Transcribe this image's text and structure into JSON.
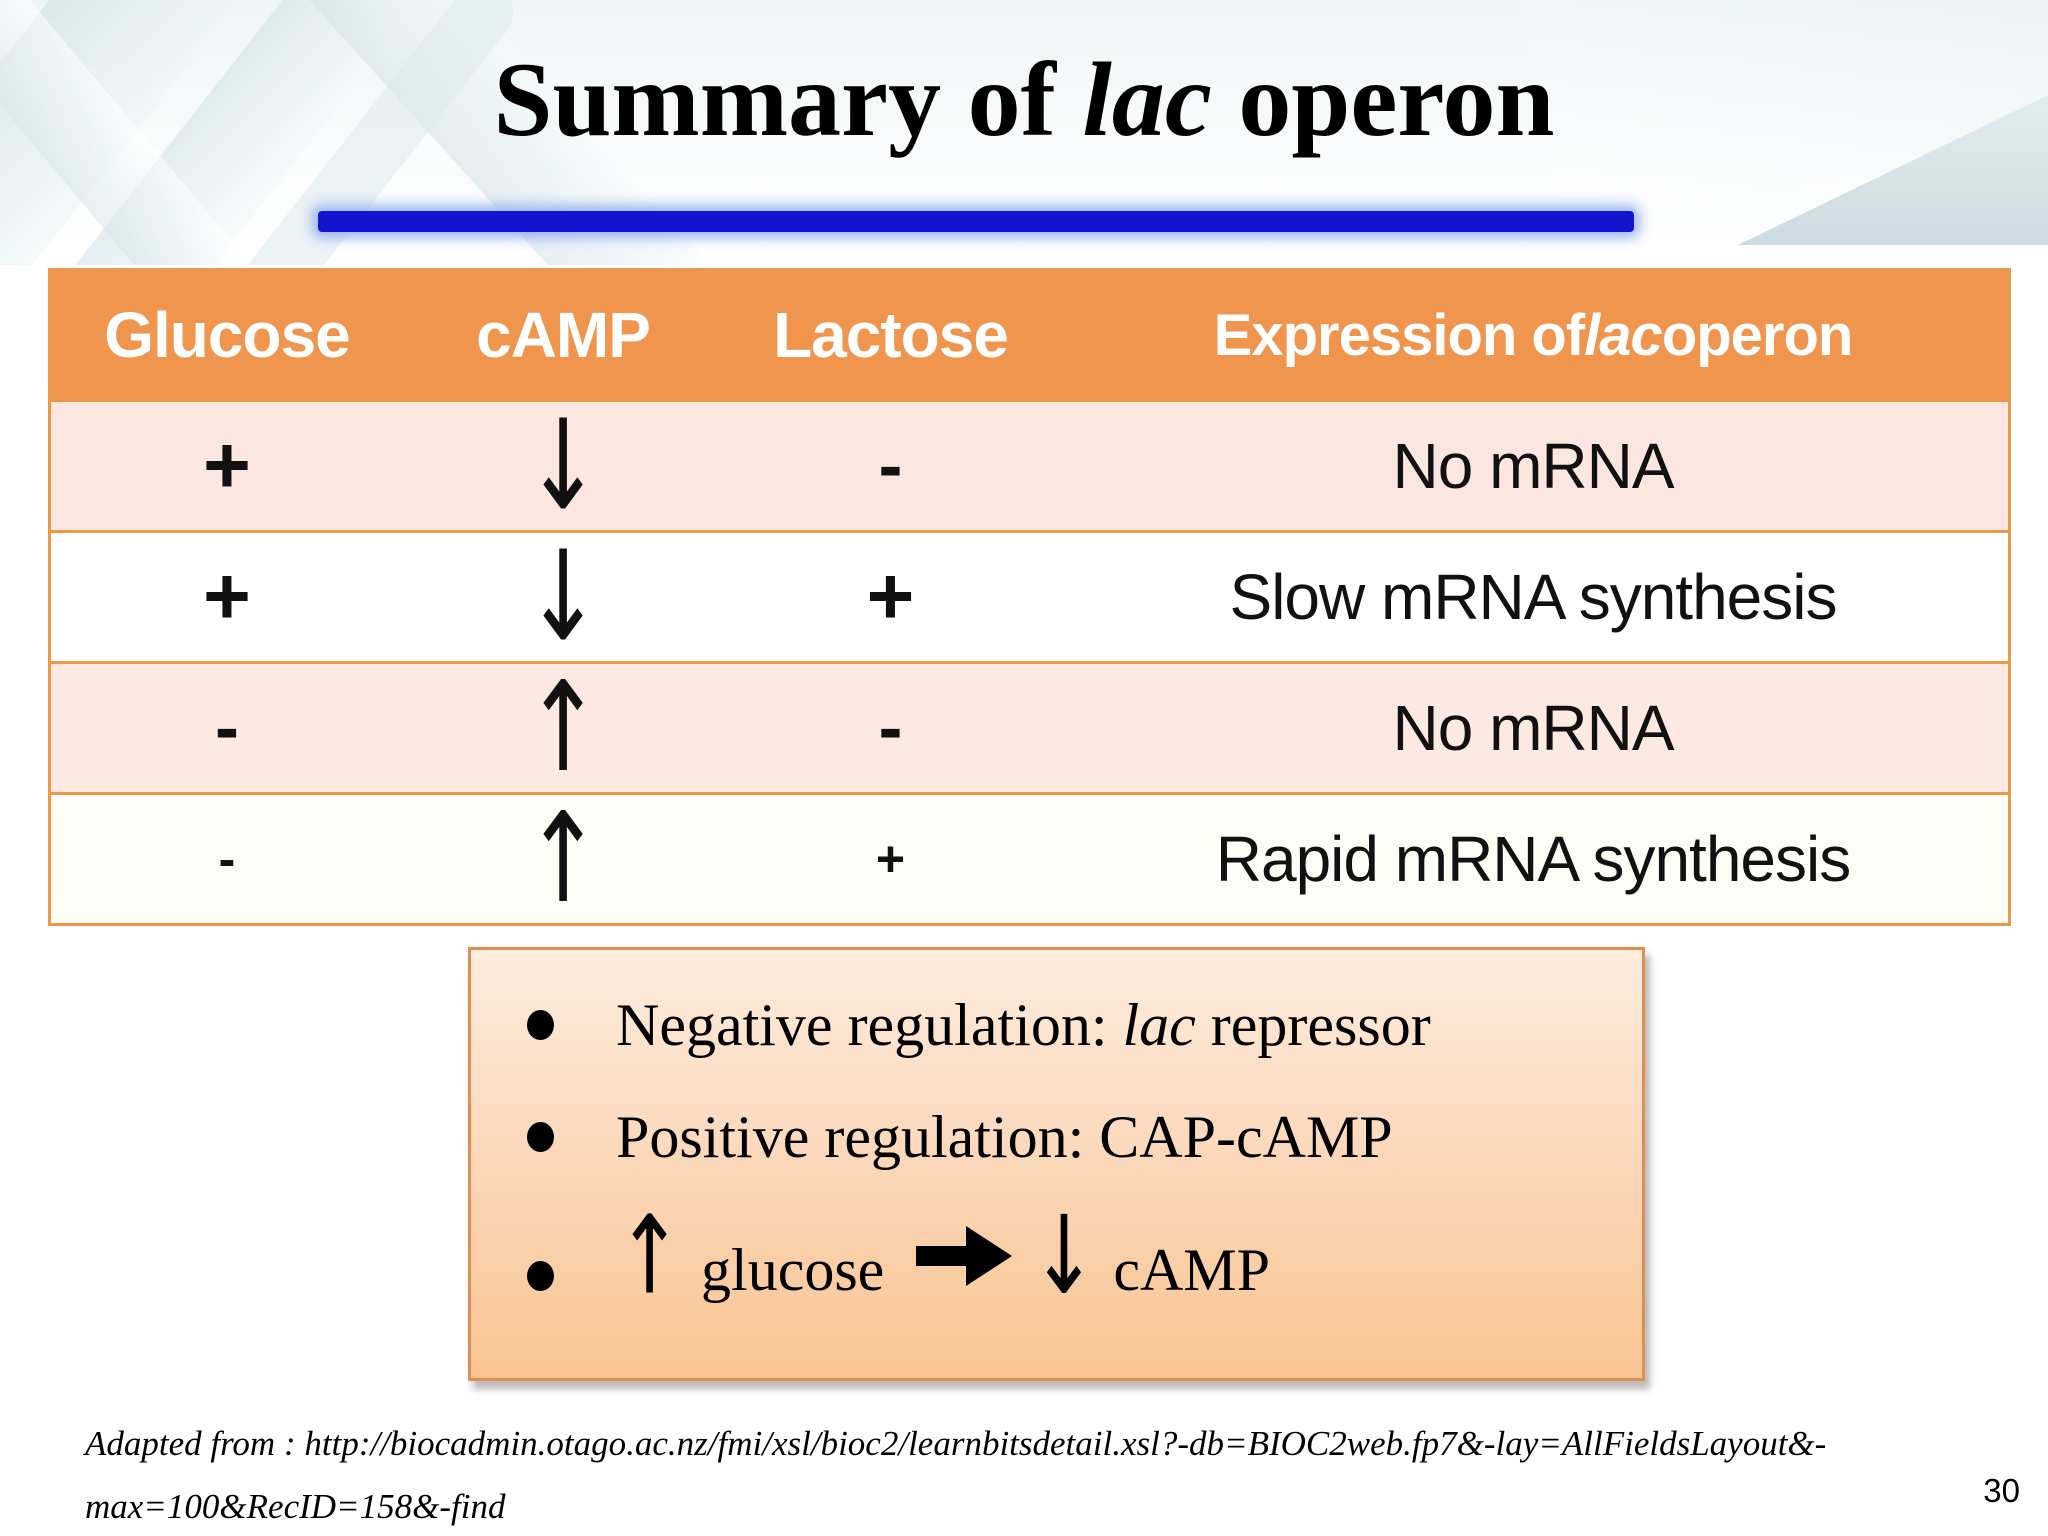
{
  "title": {
    "pre": "Summary of ",
    "italic": "lac",
    "post": " operon"
  },
  "table": {
    "headers": {
      "glucose": "Glucose",
      "camp": "cAMP",
      "lactose": "Lactose",
      "expression": {
        "pre": "Expression of ",
        "italic": "lac",
        "post": " operon"
      }
    },
    "rows": [
      {
        "glucose": "+",
        "camp": "↓",
        "lactose": "-",
        "expression": "No mRNA"
      },
      {
        "glucose": "+",
        "camp": "↓",
        "lactose": "+",
        "expression": "Slow mRNA synthesis"
      },
      {
        "glucose": "-",
        "camp": "↑",
        "lactose": "-",
        "expression": "No mRNA"
      },
      {
        "glucose": "-",
        "camp": "↑",
        "lactose": "+",
        "expression": "Rapid mRNA synthesis"
      }
    ]
  },
  "notes": {
    "items": [
      {
        "pre": "Negative regulation: ",
        "italic": "lac",
        "post": " repressor"
      },
      {
        "pre": "Positive regulation: CAP-cAMP",
        "italic": "",
        "post": ""
      },
      {
        "up": "↑",
        "word1": "glucose",
        "down": "↓",
        "word2": "cAMP"
      }
    ]
  },
  "footer": {
    "line1": "Adapted from : http://biocadmin.otago.ac.nz/fmi/xsl/bioc2/learnbitsdetail.xsl?-db=BIOC2web.fp7&-lay=AllFieldsLayout&-",
    "line2": "max=100&RecID=158&-find",
    "page_number": "30"
  },
  "icons": {
    "up_arrow": "↑",
    "down_arrow": "↓",
    "right_arrow": "thick-right-arrow",
    "bullet": "•"
  },
  "colors": {
    "header_bg": "#EF954D",
    "row_pink": "#FBE7DF",
    "row_white": "#FFFFFF",
    "row_cream": "#FCFDF5",
    "table_border": "#E9994E",
    "note_box_top": "#FDECDD",
    "note_box_bottom": "#F9C492",
    "note_box_border": "#DF8F52",
    "divider_blue": "#1414CF"
  }
}
